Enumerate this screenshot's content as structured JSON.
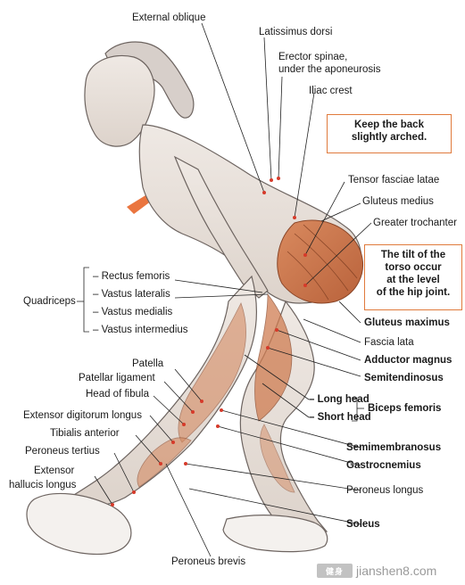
{
  "labels_right": {
    "external_oblique": "External oblique",
    "latissimus_dorsi": "Latissimus dorsi",
    "erector_spinae_1": "Erector spinae,",
    "erector_spinae_2": "under the aponeurosis",
    "iliac_crest": "Iliac crest",
    "tensor_fasciae_latae": "Tensor fasciae latae",
    "gluteus_medius": "Gluteus medius",
    "greater_trochanter": "Greater trochanter",
    "gluteus_maximus": "Gluteus maximus",
    "fascia_lata": "Fascia lata",
    "adductor_magnus": "Adductor magnus",
    "semitendinosus": "Semitendinosus",
    "long_head": "– Long head",
    "short_head": "– Short head",
    "biceps_femoris": "Biceps femoris",
    "semimembranosus": "Semimembranosus",
    "gastrocnemius": "Gastrocnemius",
    "peroneus_longus": "Peroneus longus",
    "soleus": "Soleus",
    "peroneus_brevis": "Peroneus brevis"
  },
  "labels_left": {
    "quadriceps": "Quadriceps",
    "rectus_femoris": "– Rectus femoris",
    "vastus_lateralis": "– Vastus lateralis",
    "vastus_medialis": "– Vastus medialis",
    "vastus_intermedius": "– Vastus intermedius",
    "patella": "Patella",
    "patellar_ligament": "Patellar ligament",
    "head_of_fibula": "Head of fibula",
    "extensor_digitorum_longus": "Extensor digitorum longus",
    "tibialis_anterior": "Tibialis anterior",
    "peroneus_tertius": "Peroneus tertius",
    "extensor_hallucis_1": "Extensor",
    "extensor_hallucis_2": "hallucis longus"
  },
  "notes": {
    "keep_back": [
      "Keep the back",
      "slightly arched."
    ],
    "tilt": [
      "The tilt of the",
      "torso occur",
      "at the level",
      "of the hip joint."
    ]
  },
  "watermark": {
    "site": "jianshen8.com"
  },
  "colors": {
    "note_border": "#e07a3c",
    "arrow": "#e8662a",
    "muscle": "#c9794f",
    "skin": "#e9e2dc"
  }
}
